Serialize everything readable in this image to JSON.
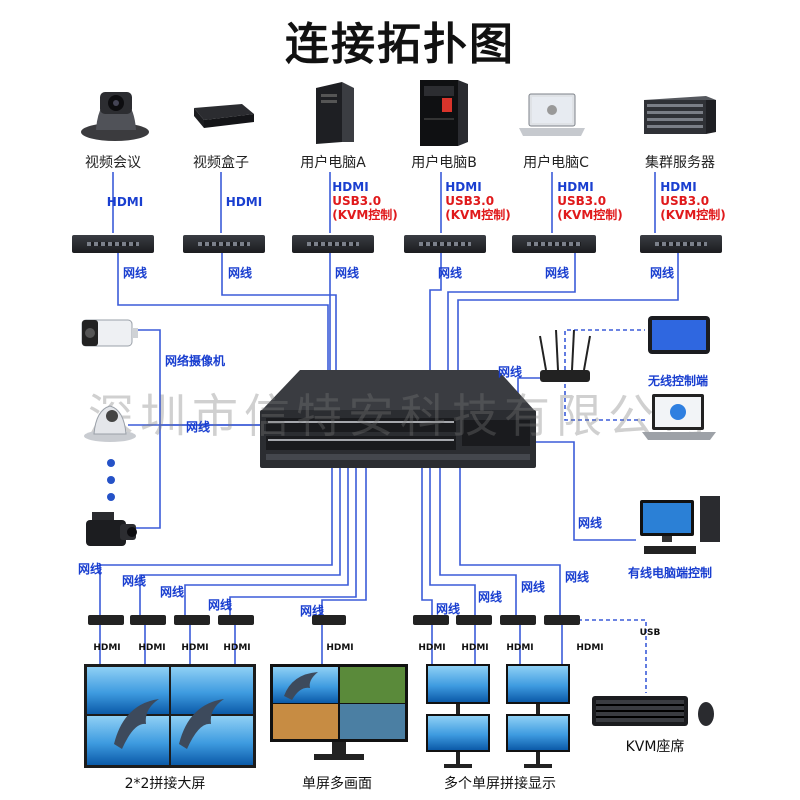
{
  "title": "连接拓扑图",
  "watermark": "深圳市信特安科技有限公司",
  "sources": [
    {
      "label": "视频会议",
      "icon": "ptz-camera-icon"
    },
    {
      "label": "视频盒子",
      "icon": "video-box-icon"
    },
    {
      "label": "用户电脑A",
      "icon": "pc-tower-icon"
    },
    {
      "label": "用户电脑B",
      "icon": "pc-tower-icon"
    },
    {
      "label": "用户电脑C",
      "icon": "laptop-icon"
    },
    {
      "label": "集群服务器",
      "icon": "server-rack-icon"
    }
  ],
  "link_labels": {
    "hdmi": "HDMI",
    "usb": "USB3.0",
    "kvm_control": "(KVM控制)",
    "network": "网线",
    "usb_small": "USB"
  },
  "left_devices": {
    "network_camera": "网络摄像机",
    "network": "网线"
  },
  "right_devices": {
    "wireless_control": "无线控制端",
    "wired_pc_control": "有线电脑端控制"
  },
  "bottom_groups": {
    "videowall": "2*2拼接大屏",
    "multi_view": "单屏多画面",
    "multi_single": "多个单屏拼接显示",
    "kvm_seat": "KVM座席"
  },
  "colors": {
    "wire": "#3b5bd8",
    "label_blue": "#1a3fd0",
    "label_red": "#e0191b",
    "switch_body": "#2b2d31"
  }
}
